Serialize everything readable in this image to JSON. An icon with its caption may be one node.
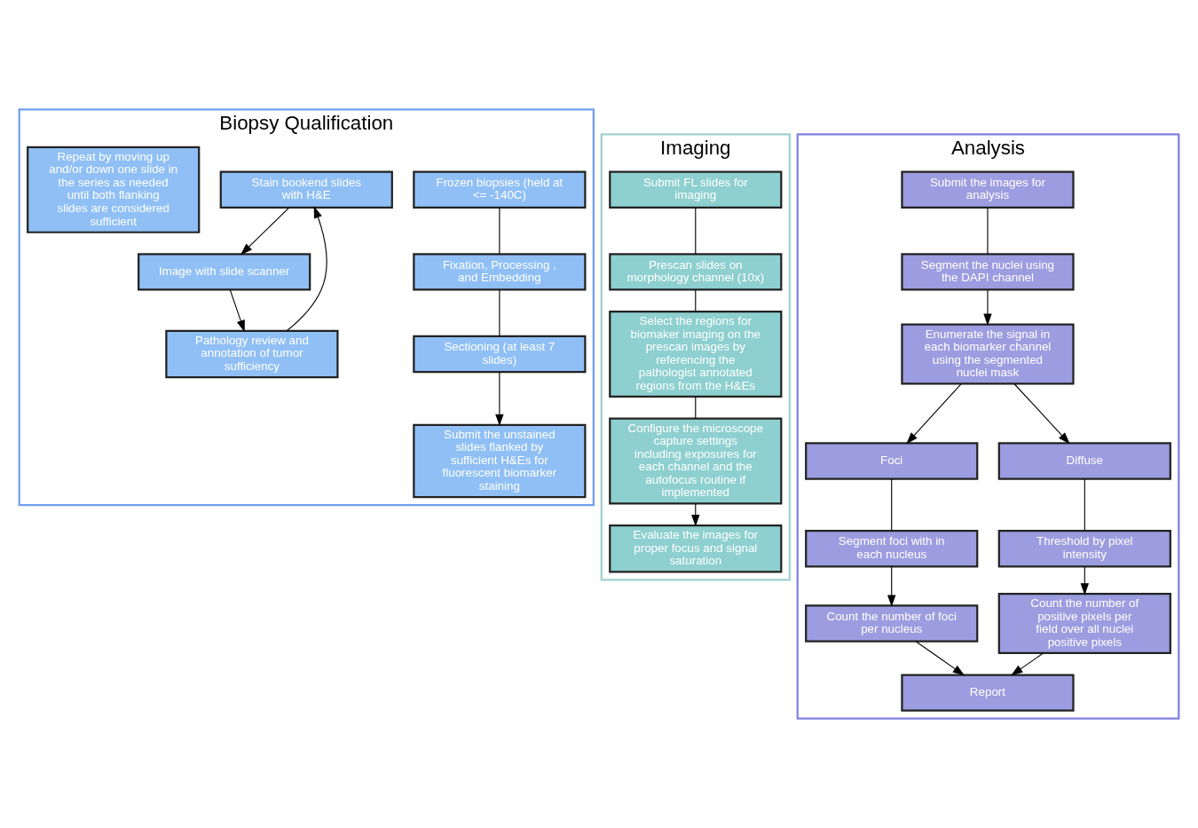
{
  "diagram": {
    "nodes": [
      {
        "text": [
          "Biopsy Qualification"
        ]
      },
      {
        "text": [
          "Frozen biopsies (held at <= -140C)"
        ],
        "in": 0
      },
      {
        "text": [
          "Fixation, Processing , and Embedding"
        ],
        "in": 0
      },
      {
        "text": [
          "Sectioning (at least 7 slides)"
        ],
        "in": 0
      },
      {
        "text": [
          "Stain bookend slides with H&E"
        ],
        "in": 0
      },
      {
        "text": [
          "Image with slide scanner"
        ],
        "in": 0
      },
      {
        "text": [
          "Pathology review and annotation of tumor sufficiency"
        ],
        "in": 0
      },
      {
        "text": [
          "Repeat by moving up and/or down one slide in the series as needed until both flanking slides are considered sufficient"
        ],
        "in": 0
      },
      {
        "text": [
          "Submit the unstained slides flanked by sufficient H&Es for fluorescent biomarker staining"
        ],
        "in": 0
      },
      {
        "text": [
          "Imaging"
        ]
      },
      {
        "text": [
          "Submit FL slides for imaging"
        ],
        "in": 9
      },
      {
        "text": [
          "Prescan slides on morphology channel (10x)"
        ],
        "in": 9
      },
      {
        "text": [
          "Select the regions for biomaker imaging on the prescan images by referencing the pathologist annotated regions from the H&Es"
        ],
        "in": 9
      },
      {
        "text": [
          "Configure the microscope capture settings including exposures for each channel and the autofocus routine if implemented"
        ],
        "in": 9
      },
      {
        "text": [
          "Evaluate the images for proper focus and signal saturation"
        ],
        "in": 9
      },
      {
        "text": [
          "Analysis"
        ]
      },
      {
        "text": [
          "Submit the images for analysis"
        ],
        "in": 15
      },
      {
        "text": [
          "Segment the nuclei using the DAPI channel"
        ],
        "in": 15
      },
      {
        "text": [
          "Enumerate the signal in each biomarker channel using the segmented nuclei mask"
        ],
        "in": 15
      },
      {
        "text": [
          "Foci"
        ],
        "in": 15
      },
      {
        "text": [
          "Diffuse"
        ],
        "in": 15
      },
      {
        "text": [
          "Segment foci with in each nucleus"
        ],
        "in": 15
      },
      {
        "text": [
          "Threshold by pixel intensity"
        ],
        "in": 15
      },
      {
        "text": [
          "Count the number of foci per nucleus"
        ],
        "in": 15
      },
      {
        "text": [
          "Count the number of positive pixels per field over all nuclei positive pixels"
        ],
        "in": 15
      },
      {
        "text": [
          "Report"
        ],
        "in": 15
      }
    ],
    "edges": [
      {
        "from": 1,
        "to": 2,
        "arrow": "none"
      },
      {
        "from": 2,
        "to": 3,
        "arrow": "none"
      },
      {
        "from": 3,
        "to": 8,
        "arrow": "to"
      },
      {
        "from": 4,
        "to": 5,
        "arrow": "to"
      },
      {
        "from": 5,
        "to": 6,
        "arrow": "to"
      },
      {
        "from": 6,
        "to": 4,
        "arrow": "to"
      },
      {
        "from": 10,
        "to": 11,
        "arrow": "none"
      },
      {
        "from": 11,
        "to": 12,
        "arrow": "none"
      },
      {
        "from": 12,
        "to": 13,
        "arrow": "none"
      },
      {
        "from": 13,
        "to": 14,
        "arrow": "to"
      },
      {
        "from": 16,
        "to": 17,
        "arrow": "none"
      },
      {
        "from": 17,
        "to": 18,
        "arrow": "to"
      },
      {
        "from": 18,
        "to": 19,
        "arrow": "to"
      },
      {
        "from": 18,
        "to": 20,
        "arrow": "to"
      },
      {
        "from": 19,
        "to": 21,
        "arrow": "none"
      },
      {
        "from": 20,
        "to": 22,
        "arrow": "none"
      },
      {
        "from": 21,
        "to": 23,
        "arrow": "to"
      },
      {
        "from": 22,
        "to": 24,
        "arrow": "to"
      },
      {
        "from": 23,
        "to": 25,
        "arrow": "to"
      },
      {
        "from": 24,
        "to": 25,
        "arrow": "to"
      }
    ]
  }
}
